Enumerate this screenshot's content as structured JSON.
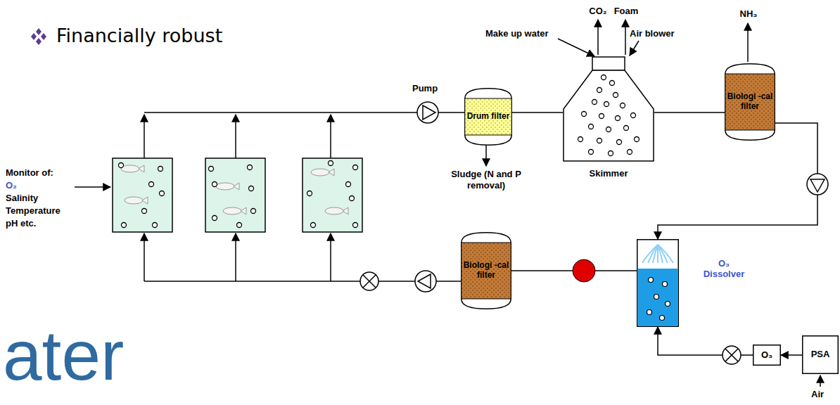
{
  "diagram": {
    "nodes": [
      {
        "text": [
          "Drum filter"
        ]
      },
      {
        "text": [
          "Skimmer"
        ]
      },
      {
        "text": [
          "Biologi -cal filter"
        ]
      },
      {
        "text": [
          "O₃ Dissolver"
        ]
      },
      {
        "text": [
          "Biologi -cal filter"
        ]
      },
      {
        "text": [
          "O₃"
        ]
      },
      {
        "text": [
          "PSA"
        ]
      }
    ],
    "edges": [
      {
        "from": 0,
        "to": 1,
        "arrow": "none"
      },
      {
        "from": 1,
        "to": 2,
        "arrow": "none"
      },
      {
        "from": 2,
        "to": 3,
        "arrow": "to"
      },
      {
        "from": 3,
        "to": 4,
        "arrow": "none"
      },
      {
        "from": 6,
        "to": 5,
        "arrow": "to"
      },
      {
        "from": 5,
        "to": 3,
        "arrow": "to"
      }
    ],
    "labels": [
      "Financially robust",
      "Pump",
      "Make up water",
      "CO₂",
      "Foam",
      "Air blower",
      "NH₃",
      "Sludge (N and P removal)",
      "Monitor of:",
      "O₂",
      "Salinity",
      "Temperature",
      "pH etc.",
      "Air",
      "ater"
    ]
  }
}
